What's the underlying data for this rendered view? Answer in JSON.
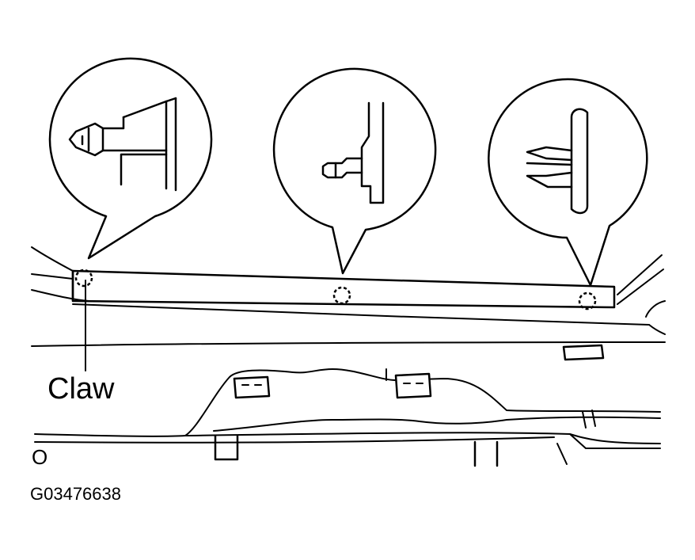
{
  "labels": {
    "claw": "Claw",
    "figure_code": "G03476638",
    "edge_mark": "O"
  },
  "callouts": [
    {
      "name": "callout-claw-clip"
    },
    {
      "name": "callout-center-clip"
    },
    {
      "name": "callout-right-clip"
    }
  ],
  "colors": {
    "line": "#000000",
    "background": "#ffffff"
  }
}
